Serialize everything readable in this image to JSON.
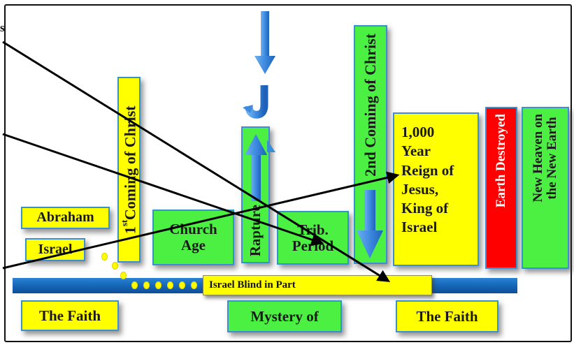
{
  "cropped_label": "s",
  "boxes": {
    "abraham": "Abraham",
    "israel": "Israel",
    "first_coming": {
      "ordinal": "1",
      "suffix": "st",
      "text": "Coming of Christ"
    },
    "church_age": {
      "line1": "Church",
      "line2": "Age"
    },
    "rapture": "Rapture",
    "trib_period": {
      "line1": "Trib.",
      "line2": "Period"
    },
    "second_coming": "2nd Coming of Christ",
    "millennium": [
      "1,000",
      "Year",
      "Reign of",
      "Jesus,",
      "King of",
      "Israel"
    ],
    "earth_destroyed": "Earth Destroyed",
    "new_heaven": {
      "line1": "New Heaven on",
      "line2": "the New Earth"
    },
    "israel_blind": "Israel Blind in Part",
    "the_faith_left": "The Faith",
    "mystery": "Mystery of",
    "the_faith_right": "The Faith"
  },
  "colors": {
    "yellow": "#ffff00",
    "green": "#4cf043",
    "red": "#ff0000",
    "blue": "#1f74c8",
    "box_border": "#3a8fd0"
  },
  "icons": [
    "down-arrow-icon",
    "hook-icon",
    "up-arrow-icon",
    "blue-down-arrow-icon"
  ]
}
